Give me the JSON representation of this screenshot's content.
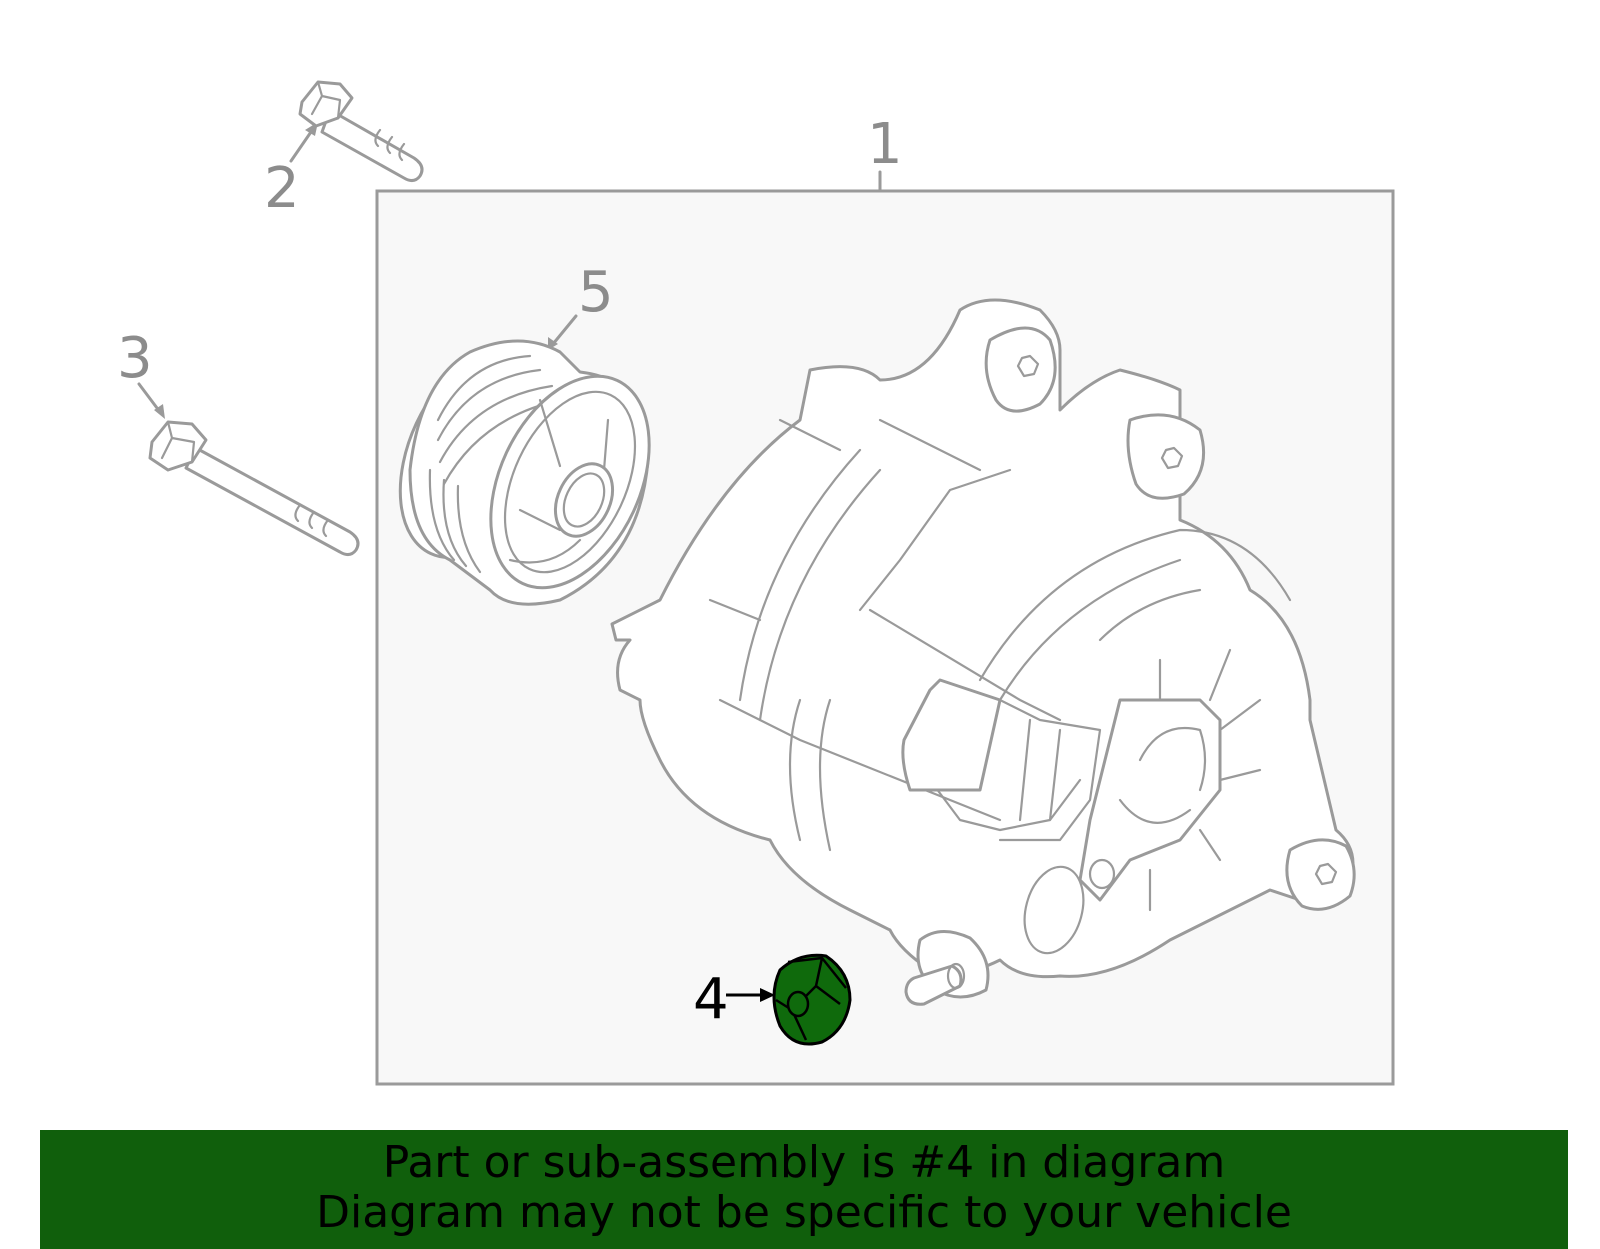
{
  "callouts": {
    "c1": "1",
    "c2": "2",
    "c3": "3",
    "c4": "4",
    "c5": "5"
  },
  "highlight_color": "#0f6a0c",
  "banner_color": "#105f0c",
  "icons": [
    "alternator-assembly",
    "bolt",
    "long-bolt",
    "nut",
    "pulley"
  ],
  "banner": {
    "line1": "Part or sub-assembly is #4 in diagram",
    "line2": "Diagram may not be specific to your vehicle"
  }
}
